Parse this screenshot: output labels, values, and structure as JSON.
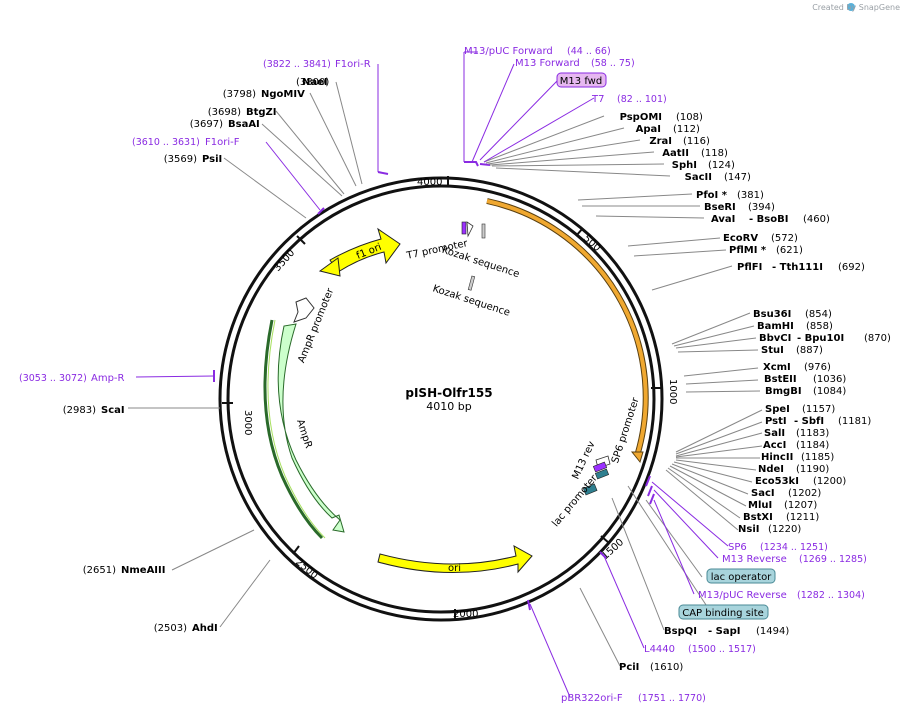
{
  "watermark": "Created by SnapGene",
  "plasmid": {
    "name": "pISH-Olfr155",
    "length": "4010 bp"
  },
  "ticks": [
    "4000",
    "500",
    "1000",
    "1500",
    "2000",
    "2500",
    "3000",
    "3500"
  ],
  "features": {
    "f1ori": "f1 ori",
    "ampr_promoter": "AmpR promoter",
    "ampr": "AmpR",
    "ori": "ori",
    "t7_promoter": "T7 promoter",
    "kozak1": "Kozak sequence",
    "kozak2": "Kozak sequence",
    "m13rev": "M13 rev",
    "sp6_promoter": "SP6 promoter",
    "lac_promoter": "lac promoter"
  },
  "sites": [
    {
      "name": "NaeI",
      "pos": "(3800)"
    },
    {
      "name": "NgoMIV",
      "pos": "(3798)"
    },
    {
      "name": "BtgZI",
      "pos": "(3698)"
    },
    {
      "name": "BsaAI",
      "pos": "(3697)"
    },
    {
      "name": "PsiI",
      "pos": "(3569)"
    },
    {
      "name": "ScaI",
      "pos": "(2983)"
    },
    {
      "name": "NmeAIII",
      "pos": "(2651)"
    },
    {
      "name": "AhdI",
      "pos": "(2503)"
    },
    {
      "name": "PspOMI",
      "pos": "(108)"
    },
    {
      "name": "ApaI",
      "pos": "(112)"
    },
    {
      "name": "ZraI",
      "pos": "(116)"
    },
    {
      "name": "AatII",
      "pos": "(118)"
    },
    {
      "name": "SphI",
      "pos": "(124)"
    },
    {
      "name": "SacII",
      "pos": "(147)"
    },
    {
      "name": "PfoI *",
      "pos": "(381)"
    },
    {
      "name": "BseRI",
      "pos": "(394)"
    },
    {
      "name": "AvaI",
      "name2": "- BsoBI",
      "pos": "(460)"
    },
    {
      "name": "EcoRV",
      "pos": "(572)"
    },
    {
      "name": "PflMI *",
      "pos": "(621)"
    },
    {
      "name": "PflFI",
      "name2": "- Tth111I",
      "pos": "(692)"
    },
    {
      "name": "Bsu36I",
      "pos": "(854)"
    },
    {
      "name": "BamHI",
      "pos": "(858)"
    },
    {
      "name": "BbvCI",
      "name2": "- Bpu10I",
      "pos": "(870)"
    },
    {
      "name": "StuI",
      "pos": "(887)"
    },
    {
      "name": "XcmI",
      "pos": "(976)"
    },
    {
      "name": "BstEII",
      "pos": "(1036)"
    },
    {
      "name": "BmgBI",
      "pos": "(1084)"
    },
    {
      "name": "SpeI",
      "pos": "(1157)"
    },
    {
      "name": "PstI",
      "name2": "- SbfI",
      "pos": "(1181)"
    },
    {
      "name": "SalI",
      "pos": "(1183)"
    },
    {
      "name": "AccI",
      "pos": "(1184)"
    },
    {
      "name": "HincII",
      "pos": "(1185)"
    },
    {
      "name": "NdeI",
      "pos": "(1190)"
    },
    {
      "name": "Eco53kI",
      "pos": "(1200)"
    },
    {
      "name": "SacI",
      "pos": "(1202)"
    },
    {
      "name": "MluI",
      "pos": "(1207)"
    },
    {
      "name": "BstXI",
      "pos": "(1211)"
    },
    {
      "name": "NsiI",
      "pos": "(1220)"
    },
    {
      "name": "BspQI",
      "name2": "- SapI",
      "pos": "(1494)"
    },
    {
      "name": "PciI",
      "pos": "(1610)"
    }
  ],
  "primers": [
    {
      "name": "F1ori-R",
      "pos": "(3822 .. 3841)"
    },
    {
      "name": "F1ori-F",
      "pos": "(3610 .. 3631)"
    },
    {
      "name": "Amp-R",
      "pos": "(3053 .. 3072)"
    },
    {
      "name": "M13/pUC Forward",
      "pos": "(44 .. 66)"
    },
    {
      "name": "M13 Forward",
      "pos": "(58 .. 75)"
    },
    {
      "name": "T7",
      "pos": "(82 .. 101)"
    },
    {
      "name": "SP6",
      "pos": "(1234 .. 1251)"
    },
    {
      "name": "M13 Reverse",
      "pos": "(1269 .. 1285)"
    },
    {
      "name": "M13/pUC Reverse",
      "pos": "(1282 .. 1304)"
    },
    {
      "name": "L4440",
      "pos": "(1500 .. 1517)"
    },
    {
      "name": "pBR322ori-F",
      "pos": "(1751 .. 1770)"
    }
  ],
  "boxes": {
    "m13fwd": "M13 fwd",
    "lac_operator": "lac operator",
    "cap_site": "CAP binding site"
  },
  "colors": {
    "primer": "#8a2be2",
    "feature_yellow": "#ffff00",
    "feature_green": "#ccffcc",
    "orf_orange": "#f0a830",
    "box_purple": "#e6b8f0",
    "box_teal": "#a8d4dc",
    "lac_promoter": "#2f7f8f"
  }
}
